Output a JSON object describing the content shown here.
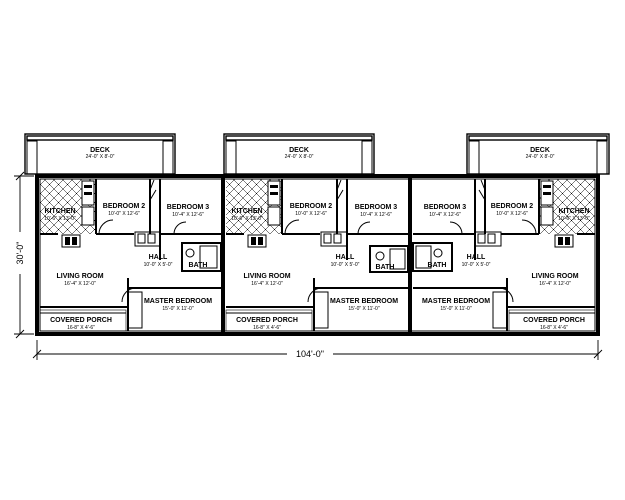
{
  "overall_width": "104'-0\"",
  "overall_depth": "30'-0\"",
  "units": [
    {
      "id": "left",
      "deck": {
        "name": "DECK",
        "size": "24'-0\" X 8'-0\""
      },
      "kitchen": {
        "name": "KITCHEN",
        "size": "10'-6\" X 13'-0\""
      },
      "bedroom2": {
        "name": "BEDROOM 2",
        "size": "10'-0\" X 12'-6\""
      },
      "bedroom3": {
        "name": "BEDROOM 3",
        "size": "10'-4\" X 12'-6\""
      },
      "hall": {
        "name": "HALL",
        "size": "10'-0\" X 5'-0\""
      },
      "bath": {
        "name": "BATH"
      },
      "living": {
        "name": "LIVING ROOM",
        "size": "16'-4\" X 12'-0\""
      },
      "master": {
        "name": "MASTER BEDROOM",
        "size": "15'-0\" X 11'-0\""
      },
      "porch": {
        "name": "COVERED PORCH",
        "size": "16-8\" X 4'-6\""
      }
    },
    {
      "id": "middle",
      "deck": {
        "name": "DECK",
        "size": "24'-0\" X 8'-0\""
      },
      "kitchen": {
        "name": "KITCHEN",
        "size": "10'-6\" X 13'-0\""
      },
      "bedroom2": {
        "name": "BEDROOM 2",
        "size": "10'-0\" X 12'-6\""
      },
      "bedroom3": {
        "name": "BEDROOM 3",
        "size": "10'-4\" X 12'-6\""
      },
      "hall": {
        "name": "HALL",
        "size": "10'-0\" X 5'-0\""
      },
      "bath": {
        "name": "BATH"
      },
      "living": {
        "name": "LIVING ROOM",
        "size": "16'-4\" X 12'-0\""
      },
      "master": {
        "name": "MASTER BEDROOM",
        "size": "15'-0\" X 11'-0\""
      },
      "porch": {
        "name": "COVERED PORCH",
        "size": "16-8\" X 4'-6\""
      }
    },
    {
      "id": "right",
      "deck": {
        "name": "DECK",
        "size": "24'-0\" X 8'-0\""
      },
      "kitchen": {
        "name": "KITCHEN",
        "size": "10'-6\" X 13'-0\""
      },
      "bedroom2": {
        "name": "BEDROOM 2",
        "size": "10'-0\" X 12'-6\""
      },
      "bedroom3": {
        "name": "BEDROOM 3",
        "size": "10'-4\" X 12'-6\""
      },
      "hall": {
        "name": "HALL",
        "size": "10'-0\" X 5'-0\""
      },
      "bath": {
        "name": "BATH"
      },
      "living": {
        "name": "LIVING ROOM",
        "size": "16'-4\" X 12'-0\""
      },
      "master": {
        "name": "MASTER BEDROOM",
        "size": "15'-0\" X 11'-0\""
      },
      "porch": {
        "name": "COVERED PORCH",
        "size": "16-8\" X 4'-6\""
      }
    }
  ]
}
